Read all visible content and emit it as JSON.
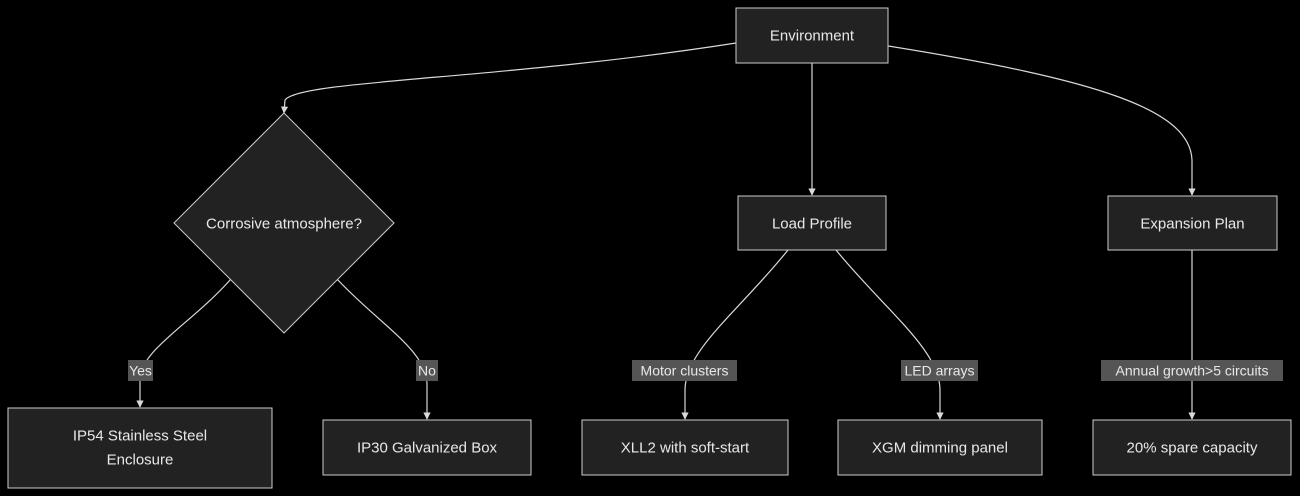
{
  "diagram": {
    "colors": {
      "background": "#000000",
      "node_fill": "#222222",
      "node_stroke": "#cccccc",
      "edge": "#d9d9d9",
      "label_bg": "#555555",
      "text": "#e8e8e8"
    },
    "nodes": {
      "environment": "Environment",
      "corrosive": "Corrosive atmosphere?",
      "load_profile": "Load Profile",
      "expansion_plan": "Expansion Plan",
      "ip54_line1": "IP54 Stainless Steel",
      "ip54_line2": "Enclosure",
      "ip30": "IP30 Galvanized Box",
      "xll2": "XLL2 with soft-start",
      "xgm": "XGM dimming panel",
      "spare": "20% spare capacity"
    },
    "edge_labels": {
      "yes": "Yes",
      "no": "No",
      "motor": "Motor clusters",
      "led": "LED arrays",
      "growth": "Annual growth>5 circuits"
    }
  }
}
